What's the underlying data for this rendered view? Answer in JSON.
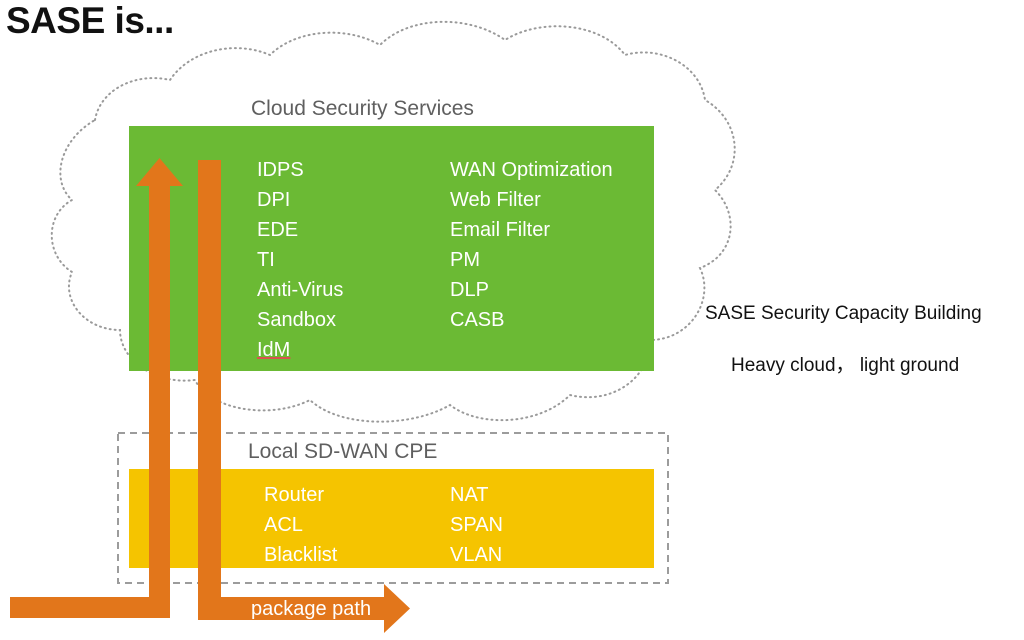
{
  "title": "SASE is...",
  "cloud": {
    "label": "Cloud Security Services",
    "left_services": [
      "IDPS",
      "DPI",
      "EDE",
      "TI",
      "Anti-Virus",
      "Sandbox",
      "IdM"
    ],
    "right_services": [
      "WAN Optimization",
      "Web Filter",
      "Email Filter",
      "PM",
      "DLP",
      "CASB"
    ]
  },
  "cpe": {
    "label": "Local SD-WAN CPE",
    "left_functions": [
      "Router",
      "ACL",
      "Blacklist"
    ],
    "right_functions": [
      "NAT",
      "SPAN",
      "VLAN"
    ]
  },
  "arrow_label": "package path",
  "side": {
    "line1": "SASE Security Capacity Building",
    "line2": "Heavy cloud， light ground"
  },
  "colors": {
    "cloud_box": "#6bba34",
    "cpe_box": "#f5c400",
    "arrow": "#e2761b"
  }
}
